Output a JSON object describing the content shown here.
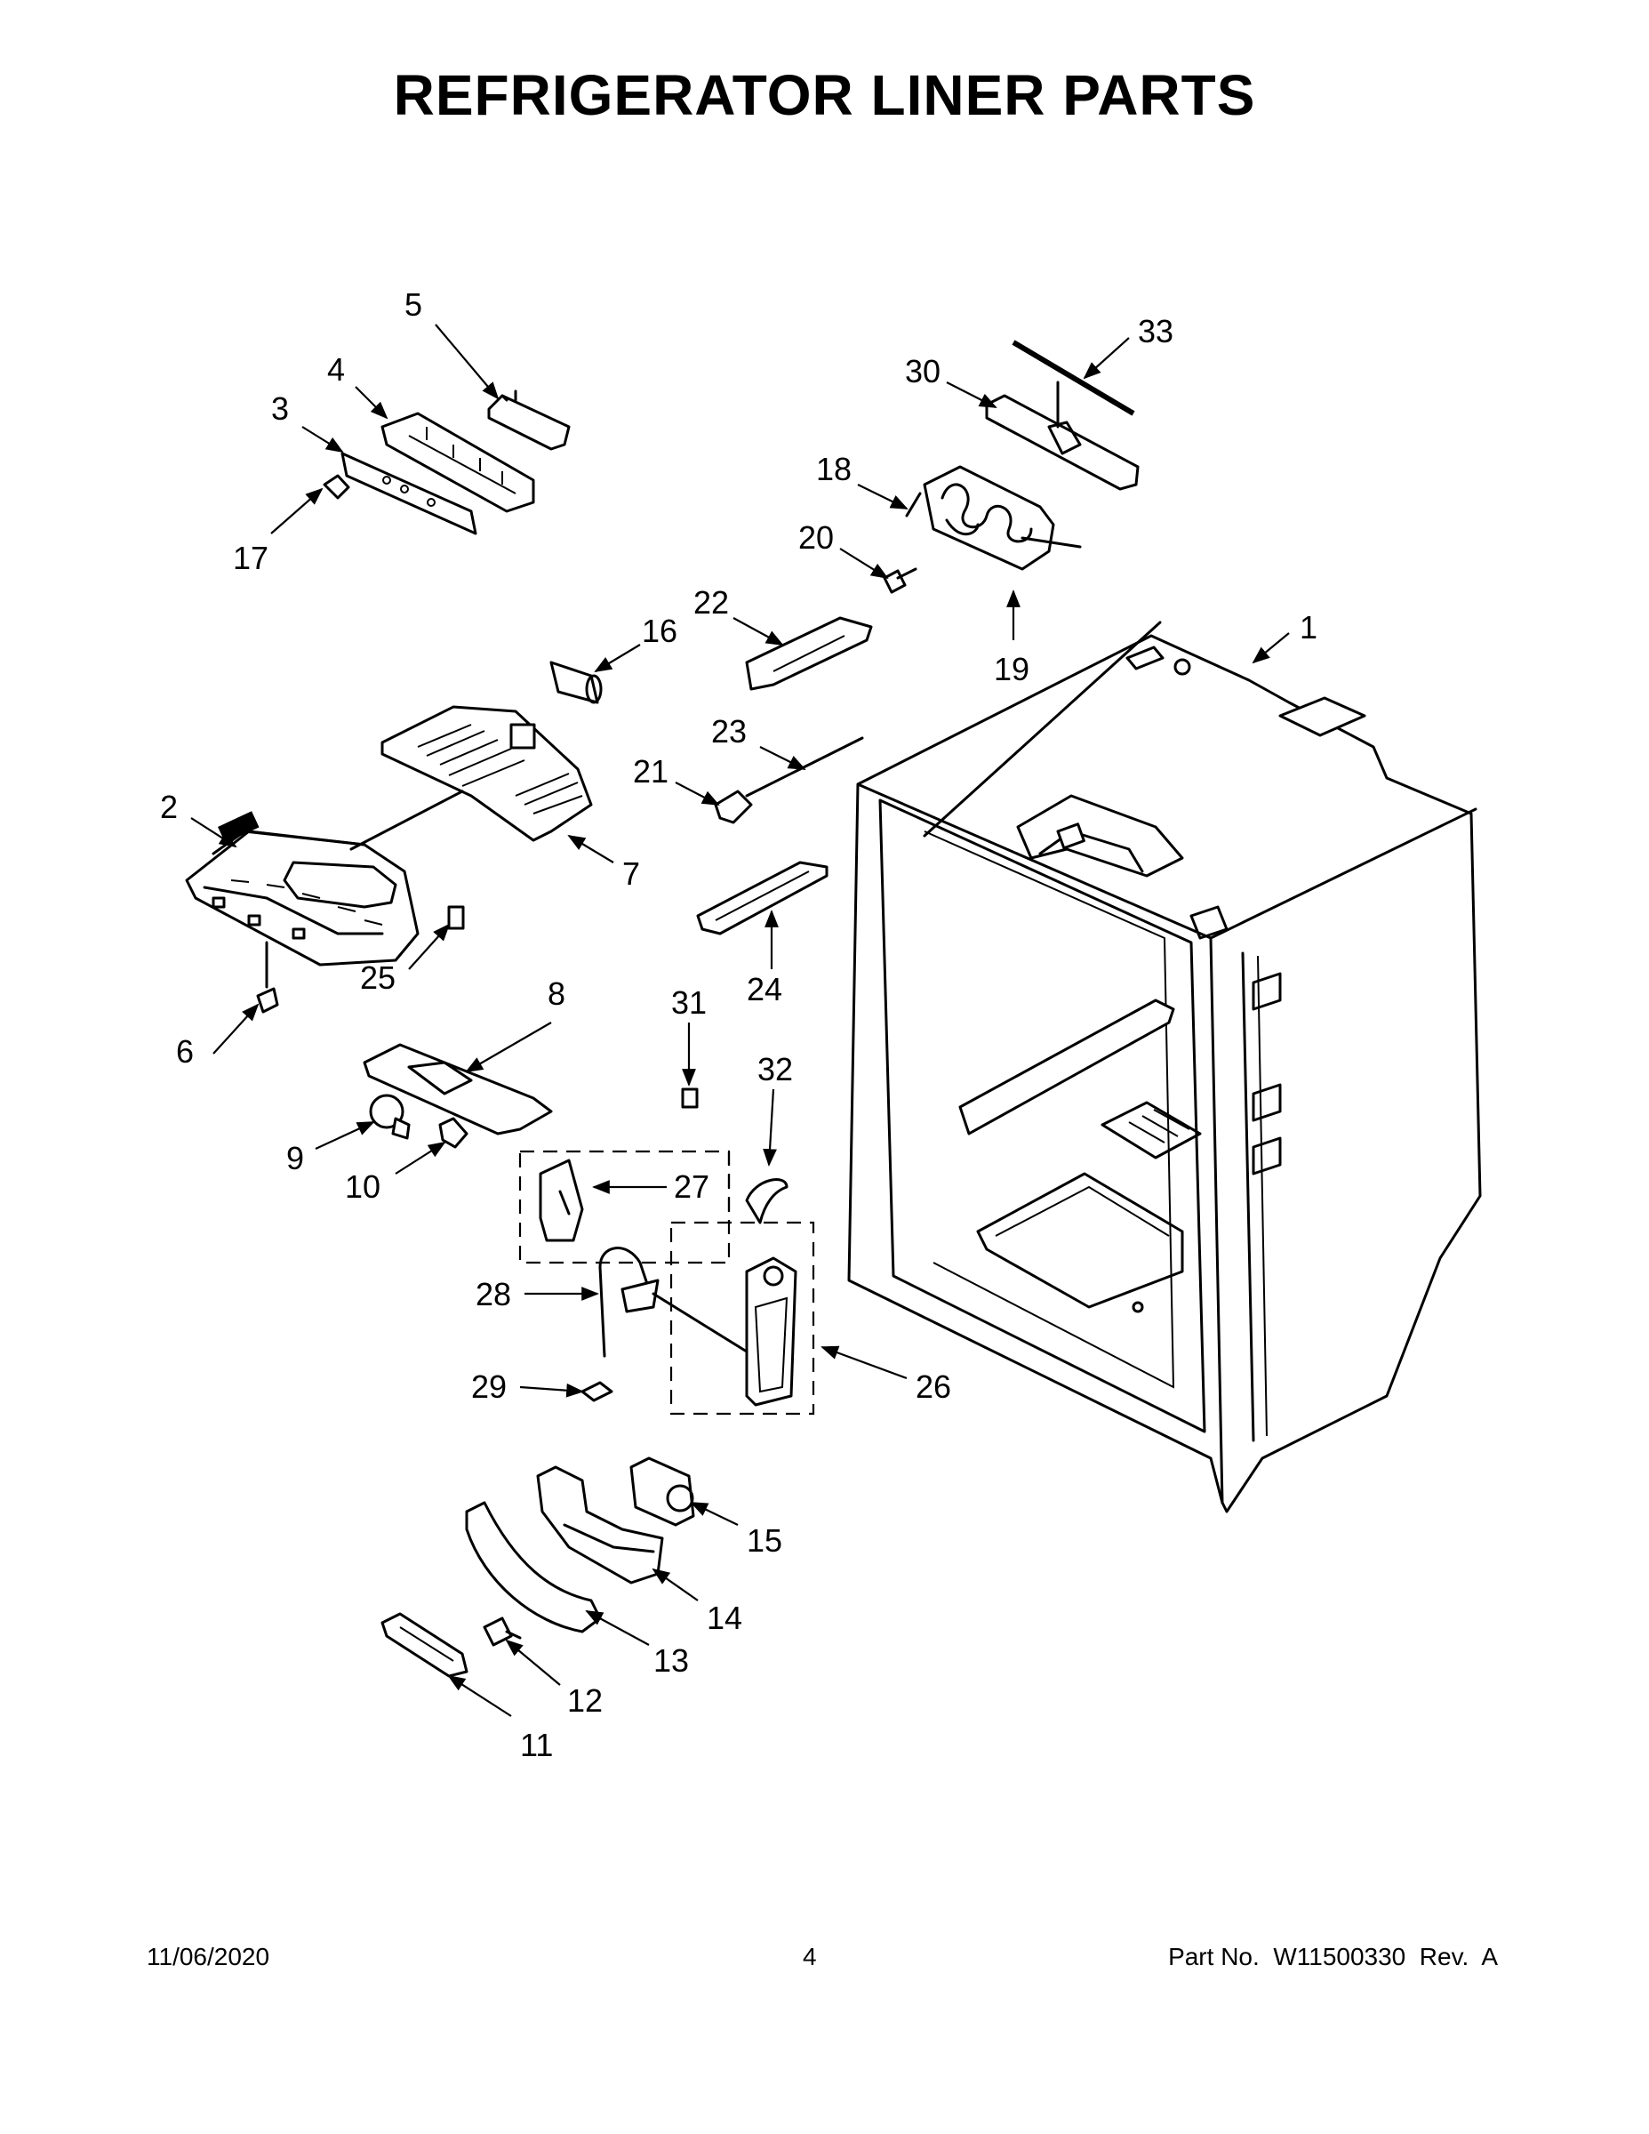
{
  "title": "REFRIGERATOR LINER PARTS",
  "footer": {
    "date": "11/06/2020",
    "page": "4",
    "part_number": "Part No.  W11500330  Rev.  A"
  },
  "callouts": [
    "1",
    "2",
    "3",
    "4",
    "5",
    "6",
    "7",
    "8",
    "9",
    "10",
    "11",
    "12",
    "13",
    "14",
    "15",
    "16",
    "17",
    "18",
    "19",
    "20",
    "21",
    "22",
    "23",
    "24",
    "25",
    "26",
    "27",
    "28",
    "29",
    "30",
    "31",
    "32",
    "33"
  ]
}
